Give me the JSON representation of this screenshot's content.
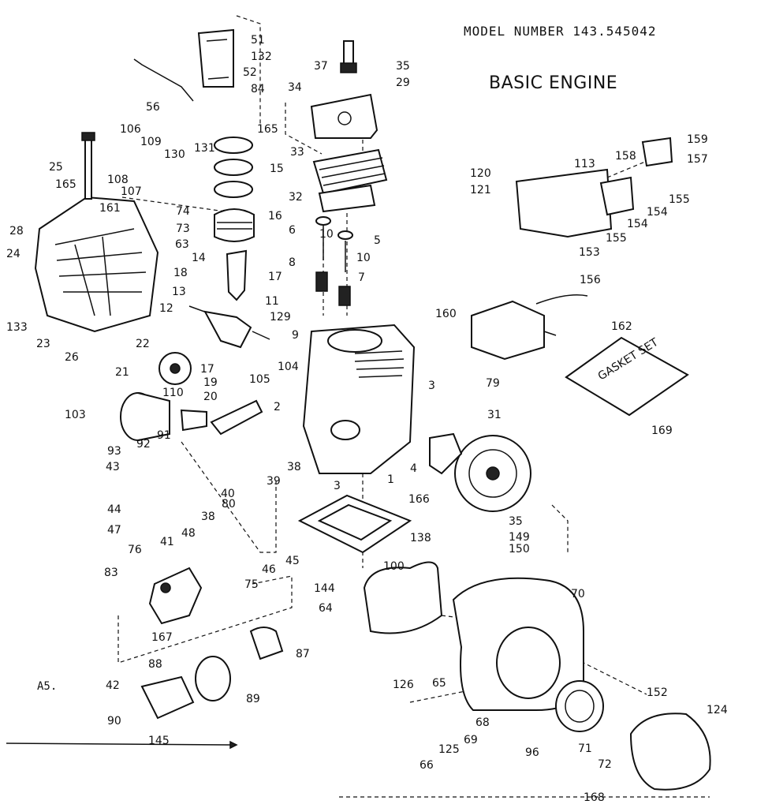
{
  "header": {
    "model": "MODEL NUMBER 143.545042",
    "title": "BASIC ENGINE",
    "page_ref": "A5."
  },
  "callouts": [
    "51",
    "132",
    "52",
    "84",
    "56",
    "37",
    "35",
    "29",
    "34",
    "165",
    "106",
    "109",
    "25",
    "130",
    "131",
    "15",
    "33",
    "108",
    "107",
    "165",
    "161",
    "74",
    "73",
    "63",
    "16",
    "32",
    "28",
    "24",
    "14",
    "6",
    "10",
    "5",
    "10",
    "7",
    "8",
    "18",
    "17",
    "13",
    "11",
    "12",
    "129",
    "9",
    "133",
    "23",
    "22",
    "26",
    "17",
    "21",
    "19",
    "20",
    "105",
    "104",
    "2",
    "110",
    "103",
    "91",
    "92",
    "93",
    "43",
    "40",
    "39",
    "38",
    "44",
    "38",
    "80",
    "47",
    "41",
    "48",
    "76",
    "75",
    "45",
    "46",
    "83",
    "167",
    "88",
    "87",
    "42",
    "90",
    "145",
    "89",
    "3",
    "79",
    "31",
    "4",
    "3",
    "1",
    "166",
    "138",
    "35",
    "149",
    "150",
    "100",
    "144",
    "64",
    "70",
    "65",
    "126",
    "68",
    "69",
    "125",
    "66",
    "96",
    "71",
    "72",
    "168",
    "152",
    "124",
    "159",
    "157",
    "113",
    "158",
    "120",
    "121",
    "155",
    "154",
    "155",
    "154",
    "153",
    "156",
    "160",
    "162",
    "169"
  ],
  "gasket_set_label": "GASKET SET",
  "colors": {
    "ink": "#111111",
    "paper": "#ffffff"
  }
}
